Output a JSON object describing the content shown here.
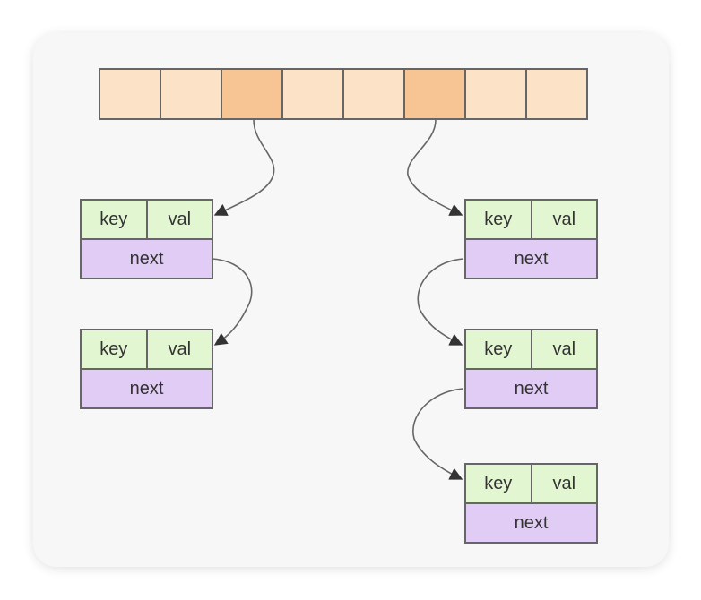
{
  "array": {
    "cell_count": 8,
    "highlighted": [
      2,
      5
    ]
  },
  "nodes": [
    {
      "key": "key",
      "val": "val",
      "next": "next"
    },
    {
      "key": "key",
      "val": "val",
      "next": "next"
    },
    {
      "key": "key",
      "val": "val",
      "next": "next"
    },
    {
      "key": "key",
      "val": "val",
      "next": "next"
    },
    {
      "key": "key",
      "val": "val",
      "next": "next"
    }
  ],
  "colors": {
    "bucket": "#fce3c8",
    "bucket_used": "#f7c594",
    "kv": "#e3f6d2",
    "next": "#e0ccf5"
  }
}
